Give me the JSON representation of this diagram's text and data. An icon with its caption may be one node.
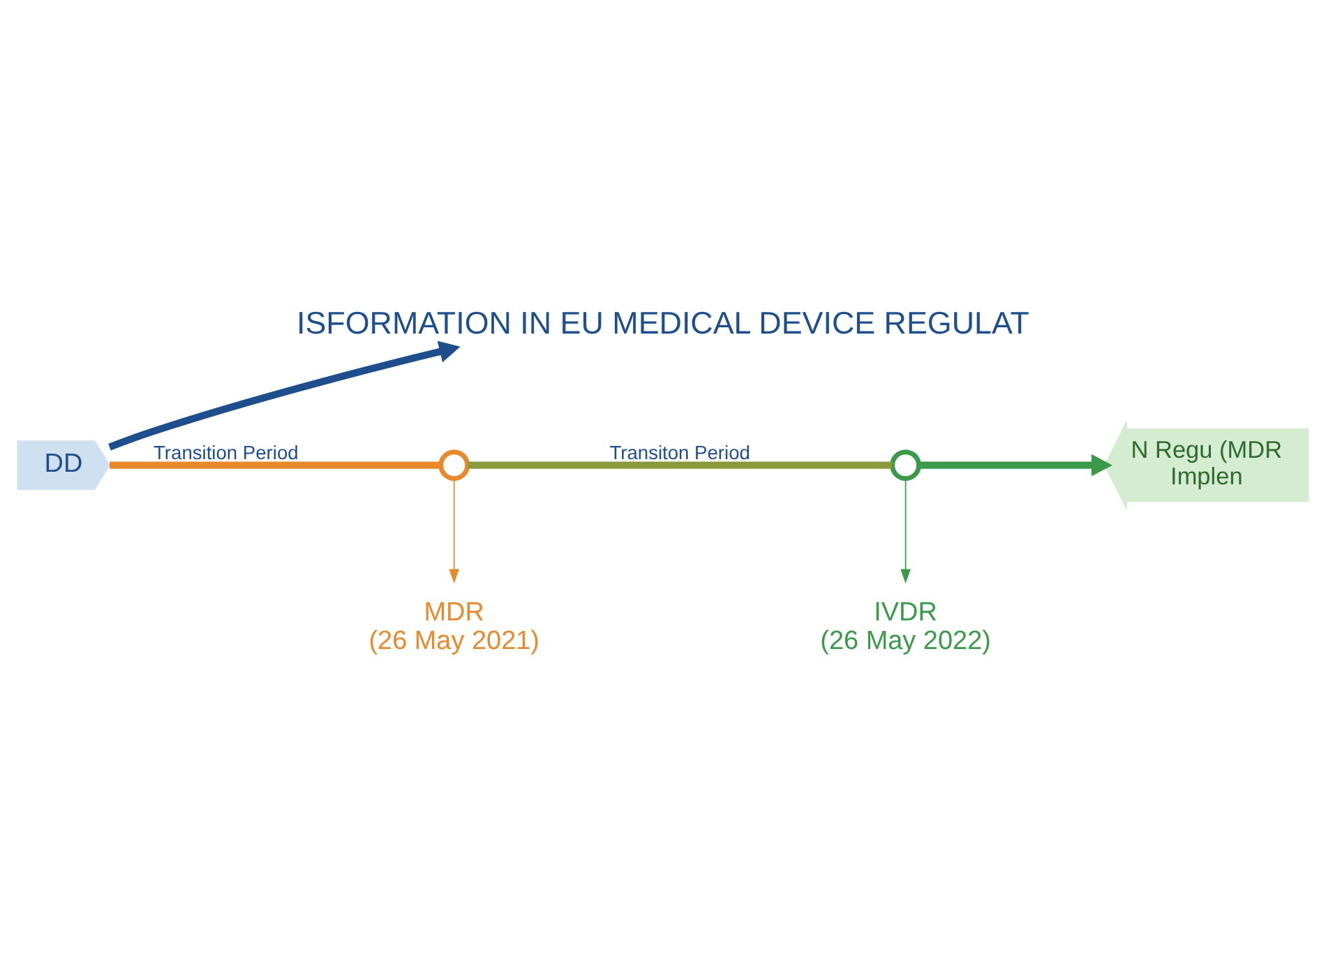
{
  "diagram": {
    "title": "ISFORMATION IN EU MEDICAL DEVICE REGULAT",
    "nodes": [
      {
        "text": [
          "DD"
        ]
      },
      {
        "text": [],
        "shape": "circle"
      },
      {
        "text": [],
        "shape": "circle"
      },
      {
        "text": [
          "N Regu (MDR",
          "Implen"
        ]
      },
      {
        "text": [
          "MDR",
          "(26 May 2021)"
        ]
      },
      {
        "text": [
          "IVDR",
          "(26 May 2022)"
        ]
      }
    ],
    "edges": [
      {
        "from": 0,
        "to": null,
        "arrow": "to",
        "color": "#1f4e8c"
      },
      {
        "from": 0,
        "to": 1,
        "arrow": "none",
        "label": "Transition Period",
        "color": "#e8892c"
      },
      {
        "from": 1,
        "to": 2,
        "arrow": "none",
        "label": "Transiton Period",
        "color": "#8a9a3a"
      },
      {
        "from": 2,
        "to": 3,
        "arrow": "to",
        "color": "#3a9a4a"
      },
      {
        "from": 1,
        "to": 4,
        "arrow": "to",
        "color": "#e8892c"
      },
      {
        "from": 2,
        "to": 5,
        "arrow": "to",
        "color": "#3a9a4a"
      }
    ]
  }
}
